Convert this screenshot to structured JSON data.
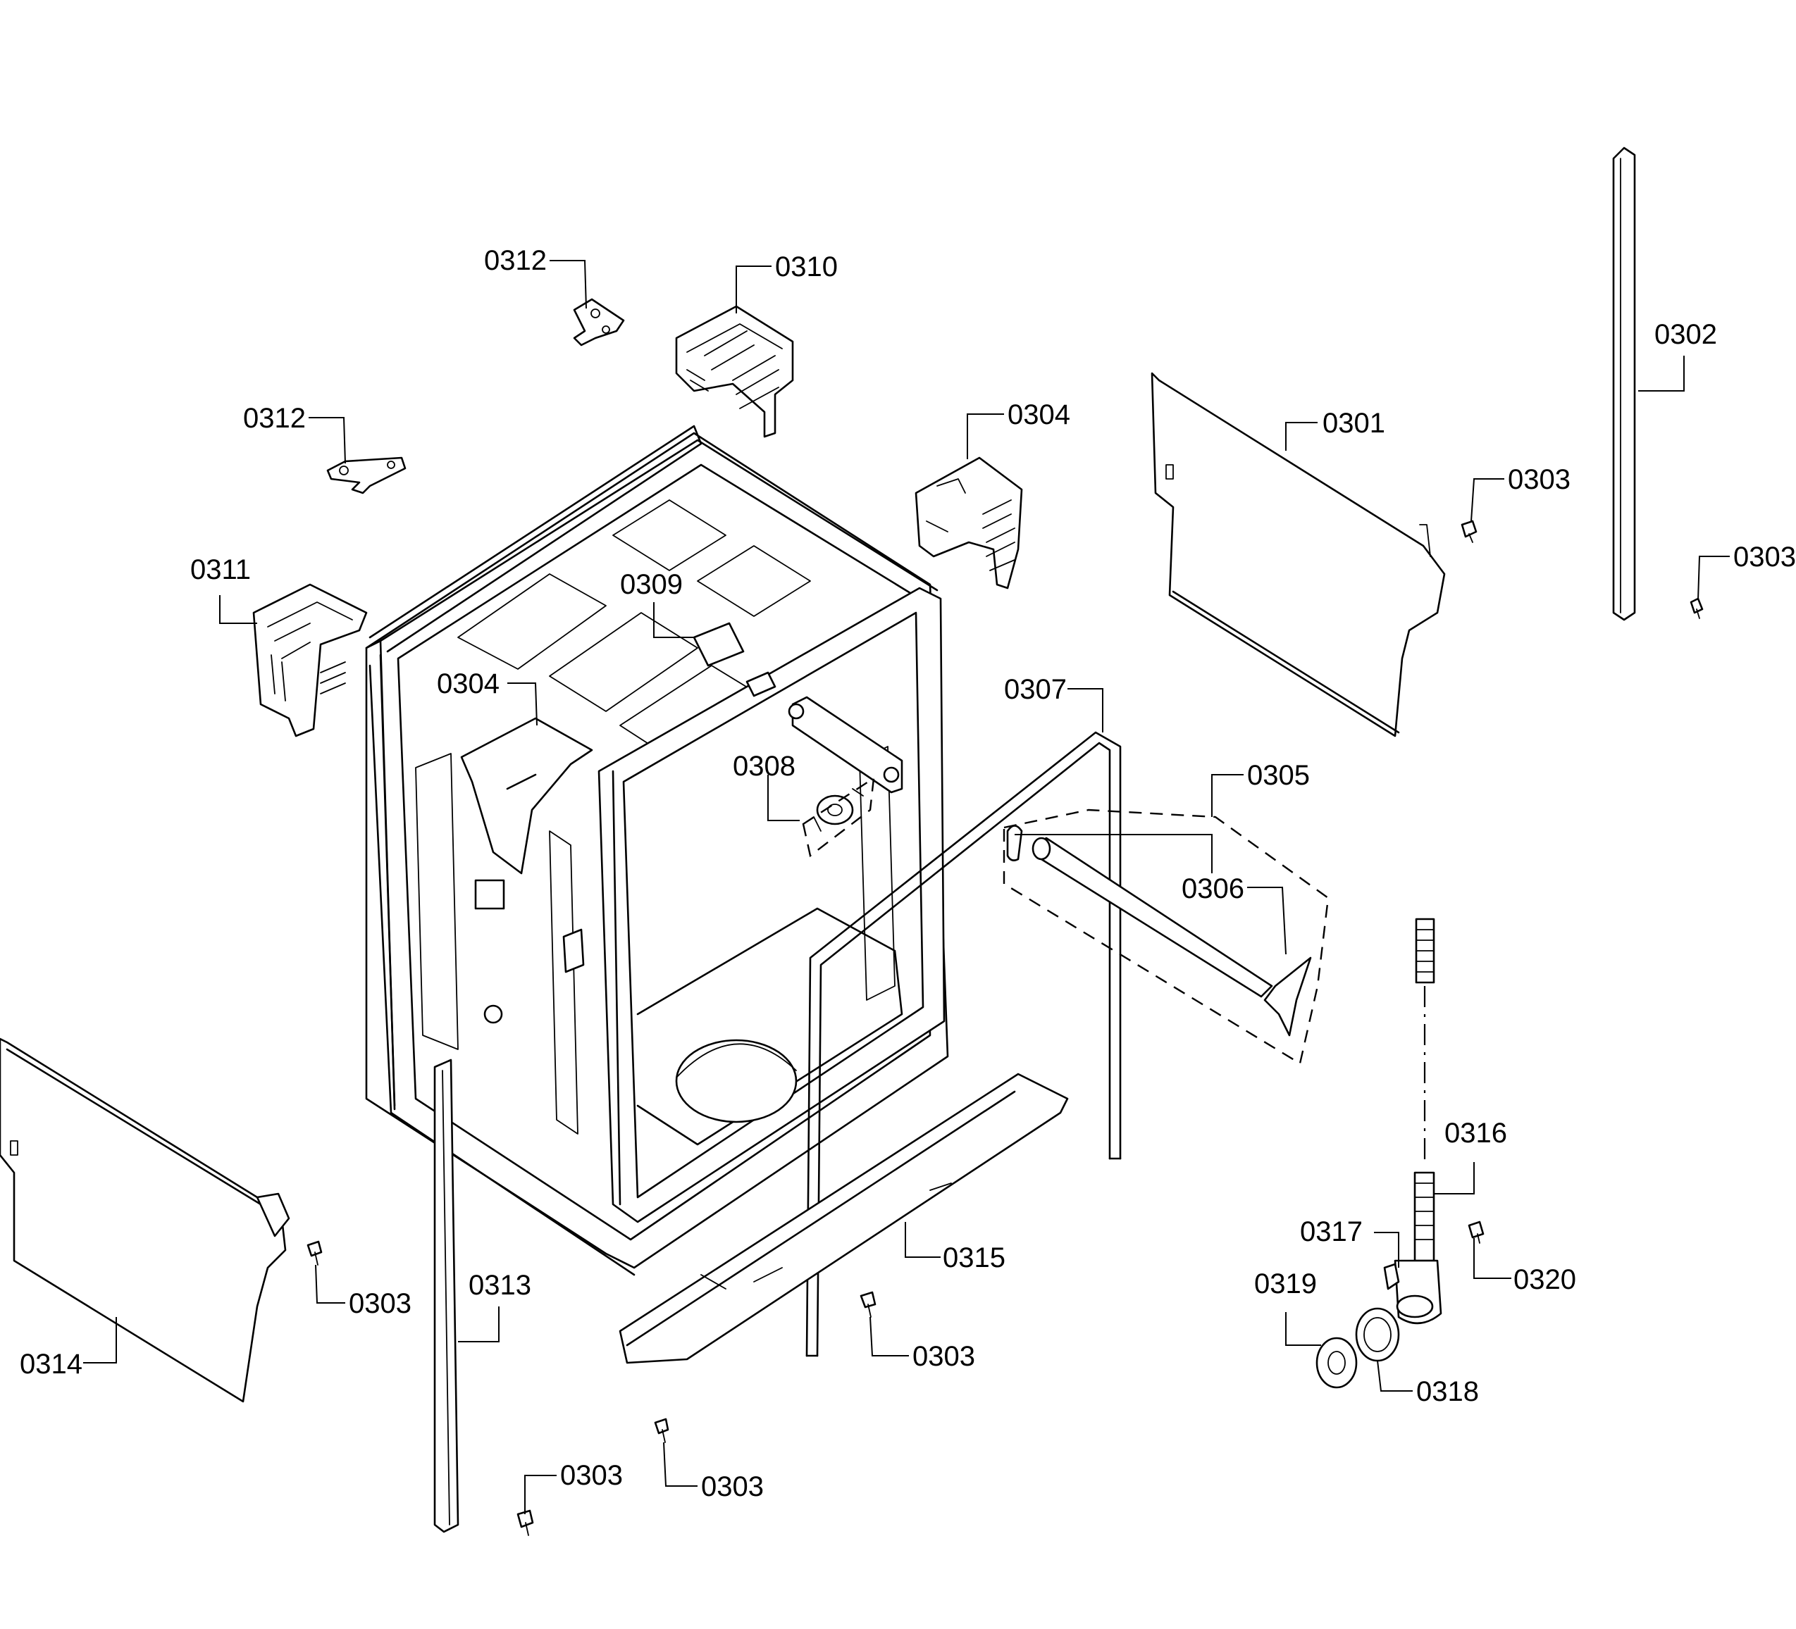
{
  "parts": [
    {
      "id": "p0312a",
      "num": "0312"
    },
    {
      "id": "p0310",
      "num": "0310"
    },
    {
      "id": "p0312b",
      "num": "0312"
    },
    {
      "id": "p0304a",
      "num": "0304"
    },
    {
      "id": "p0301",
      "num": "0301"
    },
    {
      "id": "p0302",
      "num": "0302"
    },
    {
      "id": "p0303a",
      "num": "0303"
    },
    {
      "id": "p0303b",
      "num": "0303"
    },
    {
      "id": "p0311",
      "num": "0311"
    },
    {
      "id": "p0309",
      "num": "0309"
    },
    {
      "id": "p0304b",
      "num": "0304"
    },
    {
      "id": "p0307",
      "num": "0307"
    },
    {
      "id": "p0308",
      "num": "0308"
    },
    {
      "id": "p0305",
      "num": "0305"
    },
    {
      "id": "p0306",
      "num": "0306"
    },
    {
      "id": "p0316",
      "num": "0316"
    },
    {
      "id": "p0317",
      "num": "0317"
    },
    {
      "id": "p0320",
      "num": "0320"
    },
    {
      "id": "p0319",
      "num": "0319"
    },
    {
      "id": "p0318",
      "num": "0318"
    },
    {
      "id": "p0315",
      "num": "0315"
    },
    {
      "id": "p0303c",
      "num": "0303"
    },
    {
      "id": "p0303d",
      "num": "0303"
    },
    {
      "id": "p0313",
      "num": "0313"
    },
    {
      "id": "p0314",
      "num": "0314"
    },
    {
      "id": "p0303e",
      "num": "0303"
    },
    {
      "id": "p0303f",
      "num": "0303"
    }
  ]
}
